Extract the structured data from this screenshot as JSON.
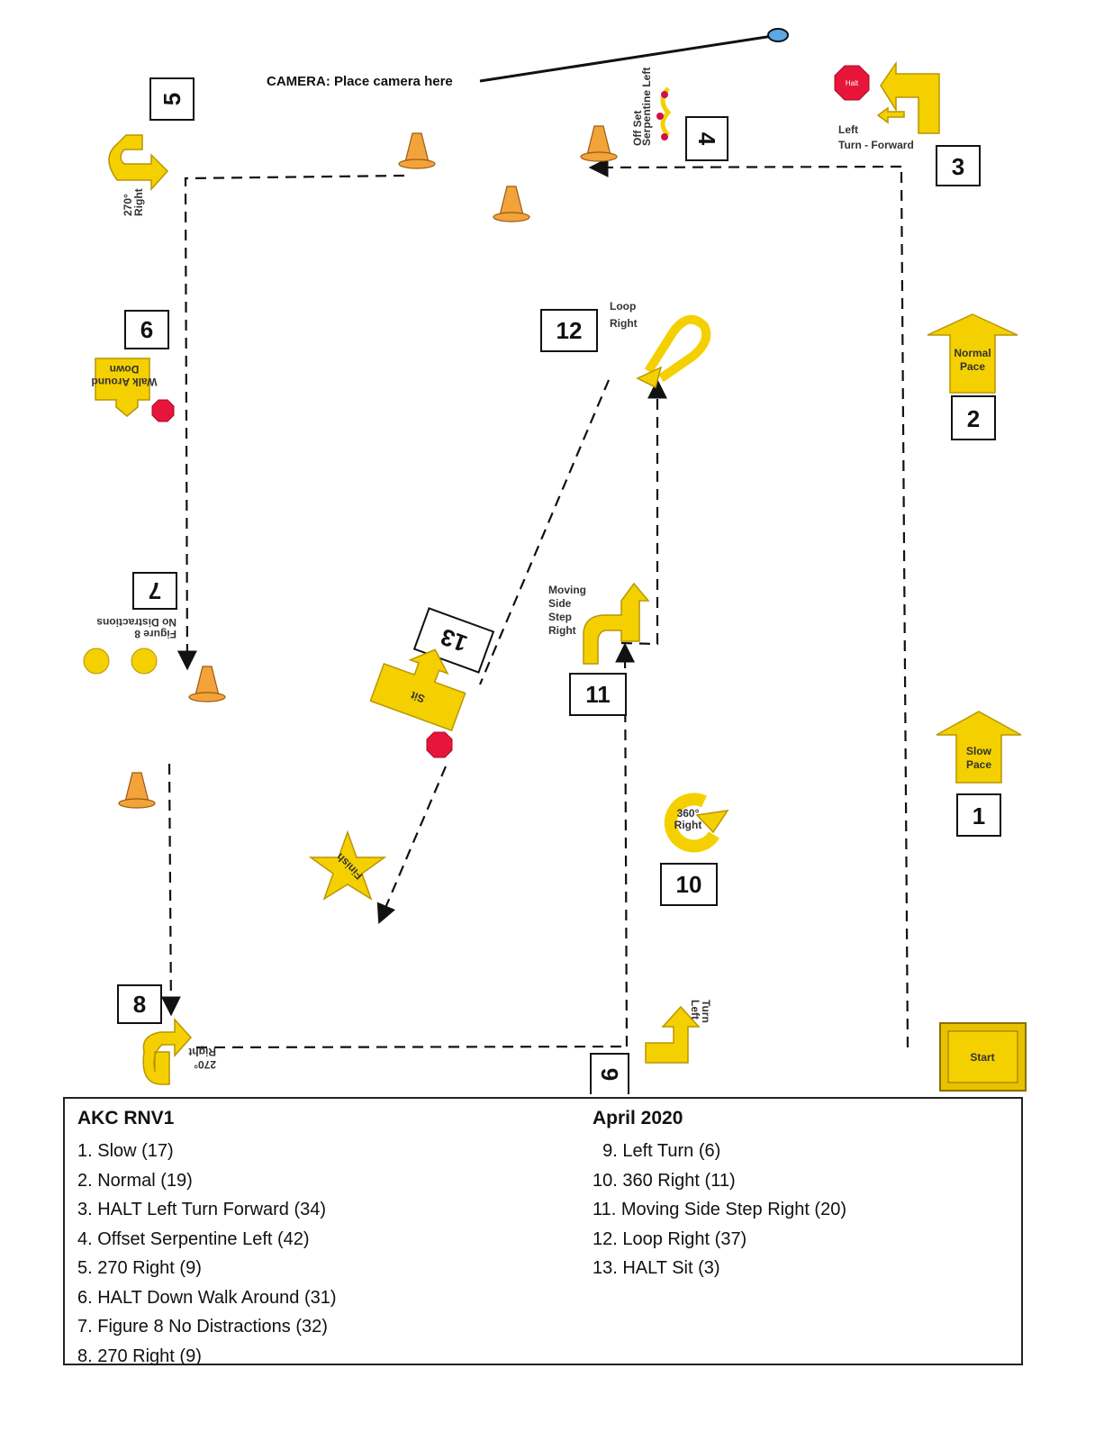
{
  "camera_label": "CAMERA: Place camera here",
  "stations": [
    {
      "number": "1",
      "sign_text": [
        "Slow",
        "Pace"
      ]
    },
    {
      "number": "2",
      "sign_text": [
        "Normal",
        "Pace"
      ]
    },
    {
      "number": "3",
      "sign_text": [
        "Left",
        "Turn - Forward"
      ],
      "halt_text": "Halt"
    },
    {
      "number": "4",
      "sign_text": [
        "Off Set",
        "Serpentine Left"
      ]
    },
    {
      "number": "5",
      "sign_text": [
        "270°",
        "Right"
      ]
    },
    {
      "number": "6",
      "sign_text": [
        "Down",
        "Walk Around"
      ]
    },
    {
      "number": "7",
      "sign_text": [
        "Figure 8",
        "No Distractions"
      ]
    },
    {
      "number": "8",
      "sign_text": [
        "270°",
        "Right"
      ]
    },
    {
      "number": "9",
      "sign_text": [
        "Left",
        "Turn"
      ]
    },
    {
      "number": "10",
      "sign_text": [
        "360°",
        "Right"
      ]
    },
    {
      "number": "11",
      "sign_text": [
        "Moving",
        "Side",
        "Step",
        "Right"
      ]
    },
    {
      "number": "12",
      "sign_text": [
        "Loop",
        "Right"
      ]
    },
    {
      "number": "13",
      "sign_text": [
        "Sit"
      ]
    }
  ],
  "start_label": "Start",
  "finish_label": "Finish",
  "legend": {
    "title_left": "AKC RNV1",
    "title_right": "April 2020",
    "left_items": [
      "1. Slow (17)",
      "2. Normal (19)",
      "3. HALT Left Turn Forward (34)",
      "4. Offset Serpentine Left (42)",
      "5. 270 Right (9)",
      "6. HALT Down Walk Around (31)",
      "7. Figure 8 No Distractions (32)",
      "8. 270 Right (9)"
    ],
    "right_items": [
      "  9. Left Turn (6)",
      "10. 360 Right (11)",
      "11. Moving Side Step Right (20)",
      "12. Loop Right (37)",
      "13. HALT Sit (3)"
    ]
  },
  "colors": {
    "sign_yellow": "#f5d000",
    "cone_orange": "#f2a33a",
    "halt_red": "#e8153a",
    "camera_marker": "#5aa9e6"
  }
}
